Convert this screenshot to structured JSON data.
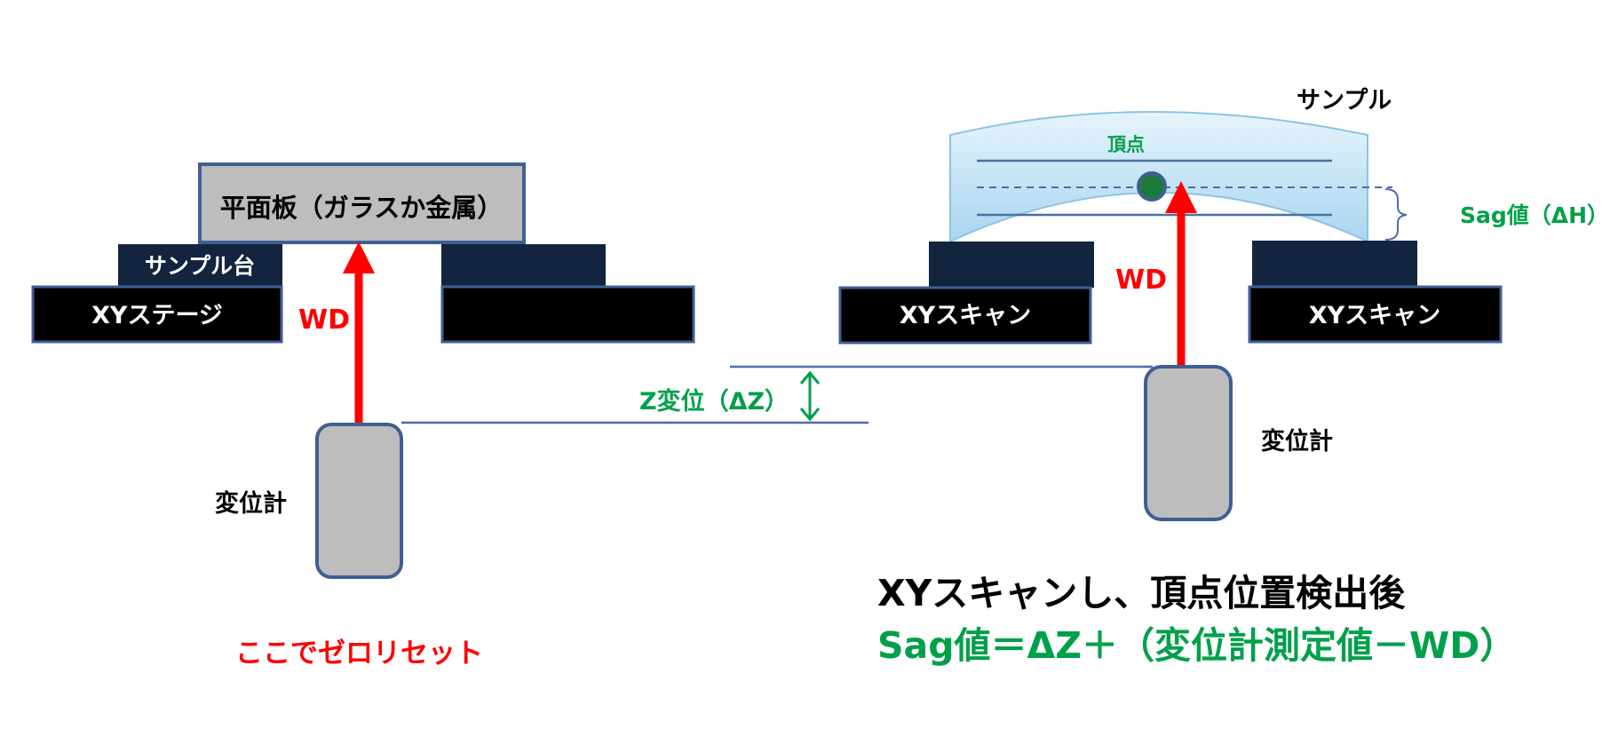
{
  "left": {
    "plate_label": "平面板（ガラスか金属）",
    "sample_stand_label": "サンプル台",
    "stage_label": "XYステージ",
    "wd_label": "WD",
    "sensor_label": "変位計",
    "zero_reset_label": "ここでゼロリセット"
  },
  "middle": {
    "z_displacement_label": "Z変位（ΔZ）"
  },
  "right": {
    "sample_label": "サンプル",
    "apex_label": "頂点",
    "sag_label": "Sag値（ΔH）",
    "scan_left_label": "XYスキャン",
    "scan_right_label": "XYスキャン",
    "wd_label": "WD",
    "sensor_label": "変位計",
    "caption_line1": "XYスキャンし、頂点位置検出後",
    "caption_line2": "Sag値＝ΔZ＋（変位計測定値－WD）"
  },
  "colors": {
    "navy": "#13243f",
    "black": "#000000",
    "gray_fill": "#bdbdbd",
    "border_blue": "#3f5f93",
    "red": "#ff0000",
    "green": "#00a04a",
    "line_blue": "#4a6fa5",
    "sample_fill": "#cfe9f7"
  }
}
